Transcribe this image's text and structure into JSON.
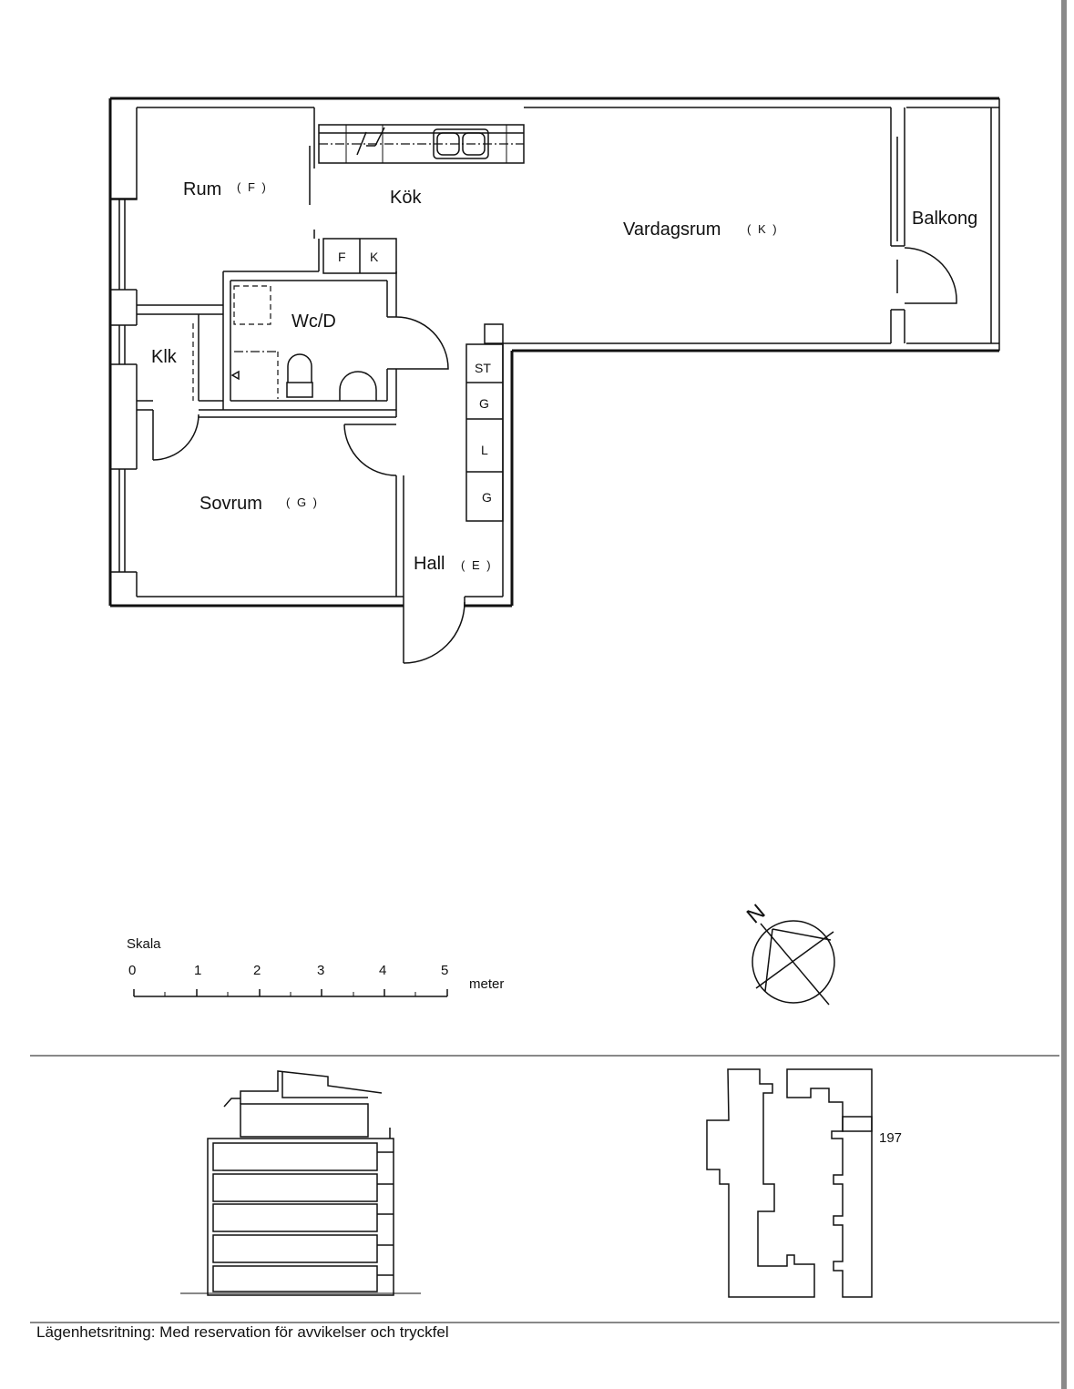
{
  "rooms": {
    "rum": "Rum",
    "rum_code": "( F )",
    "kok": "Kök",
    "vardagsrum": "Vardagsrum",
    "vardagsrum_code": "( K )",
    "balkong": "Balkong",
    "wc": "Wc/D",
    "klk": "Klk",
    "sovrum": "Sovrum",
    "sovrum_code": "( G )",
    "hall": "Hall",
    "hall_code": "( E )"
  },
  "appliances": {
    "f": "F",
    "k": "K",
    "st": "ST",
    "g1": "G",
    "l": "L",
    "g2": "G"
  },
  "scale": {
    "title": "Skala",
    "ticks": [
      "0",
      "1",
      "2",
      "3",
      "4",
      "5"
    ],
    "unit": "meter"
  },
  "compass": {
    "north": "N"
  },
  "site_plan": {
    "number": "197"
  },
  "footer": {
    "text": "Lägenhetsritning: Med reservation för avvikelser och tryckfel"
  }
}
